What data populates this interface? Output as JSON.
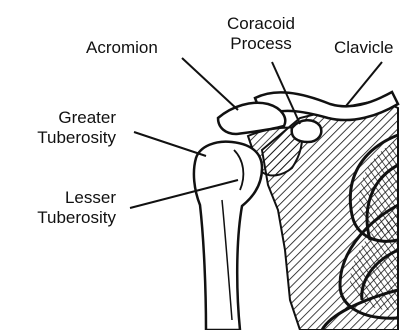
{
  "labels": {
    "acromion": "Acromion",
    "coracoid_line1": "Coracoid",
    "coracoid_line2": "Process",
    "clavicle": "Clavicle",
    "greater_line1": "Greater",
    "greater_line2": "Tuberosity",
    "lesser_line1": "Lesser",
    "lesser_line2": "Tuberosity"
  },
  "colors": {
    "ink": "#111111",
    "paper": "#ffffff"
  }
}
